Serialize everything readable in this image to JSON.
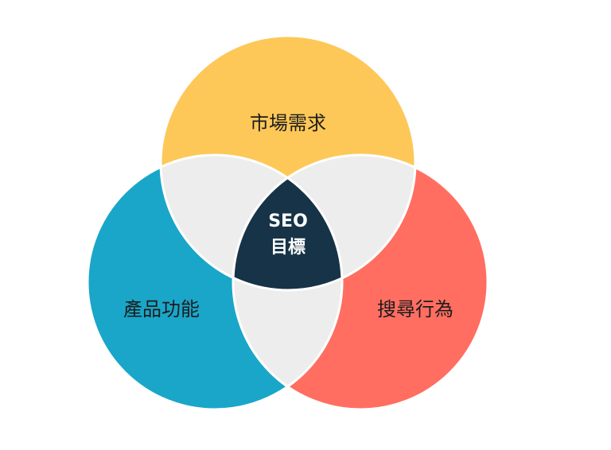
{
  "diagram": {
    "top": {
      "label": "市場需求",
      "color": "#FDC858"
    },
    "left": {
      "label": "產品功能",
      "color": "#19A6C9"
    },
    "right": {
      "label": "搜尋行為",
      "color": "#FF6E61"
    },
    "overlap_color": "#EDEDED",
    "center": {
      "line1": "SEO",
      "line2": "目標",
      "color": "#173347"
    }
  }
}
